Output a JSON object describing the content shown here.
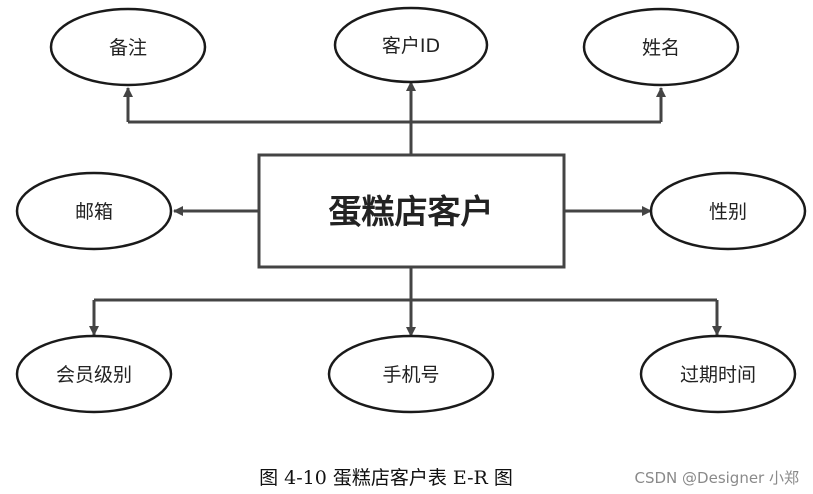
{
  "entity": {
    "label": "蛋糕店客户"
  },
  "attributes": {
    "remark": "备注",
    "customer_id": "客户ID",
    "name": "姓名",
    "email": "邮箱",
    "gender": "性别",
    "member_level": "会员级别",
    "phone": "手机号",
    "expiry_time": "过期时间"
  },
  "caption": "图 4-10  蛋糕店客户表 E-R 图",
  "watermark": "CSDN @Designer 小郑",
  "colors": {
    "line": "#444444",
    "text": "#222222",
    "watermark": "#8a8a8a"
  }
}
